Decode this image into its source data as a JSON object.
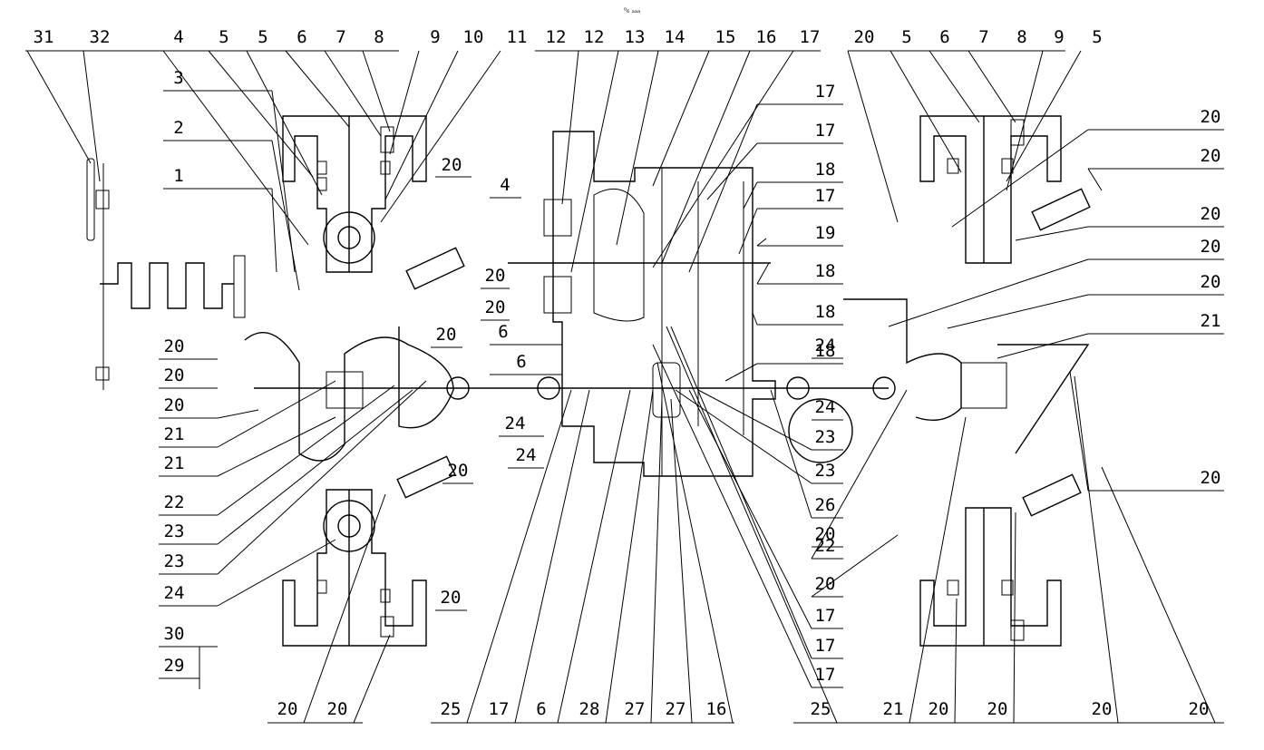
{
  "header_mark": "⁰₆ ₐₐₐ",
  "top_labels": [
    "31",
    "32",
    "4",
    "5",
    "5",
    "6",
    "7",
    "8",
    "9",
    "10",
    "11",
    "12",
    "12",
    "13",
    "14",
    "15",
    "16",
    "17",
    "20",
    "5",
    "6",
    "7",
    "8",
    "9",
    "5"
  ],
  "bottom_labels": [
    "20",
    "20",
    "25",
    "17",
    "6",
    "28",
    "27",
    "27",
    "16",
    "25",
    "21",
    "20",
    "20",
    "20",
    "20"
  ],
  "left_labels": [
    "3",
    "2",
    "1",
    "20",
    "20",
    "20",
    "21",
    "21",
    "22",
    "23",
    "23",
    "24",
    "30",
    "29"
  ],
  "right_labels": [
    "17",
    "17",
    "18",
    "17",
    "19",
    "18",
    "18",
    "18",
    "20",
    "20",
    "20",
    "20",
    "20",
    "21",
    "20"
  ],
  "interior_labels": [
    "20",
    "4",
    "20",
    "20",
    "20",
    "6",
    "6",
    "24",
    "24",
    "24",
    "24",
    "23",
    "23",
    "26",
    "22",
    "20",
    "17",
    "17",
    "17",
    "20",
    "20",
    "20"
  ],
  "colors": {
    "line": "#000000",
    "background": "#ffffff"
  }
}
